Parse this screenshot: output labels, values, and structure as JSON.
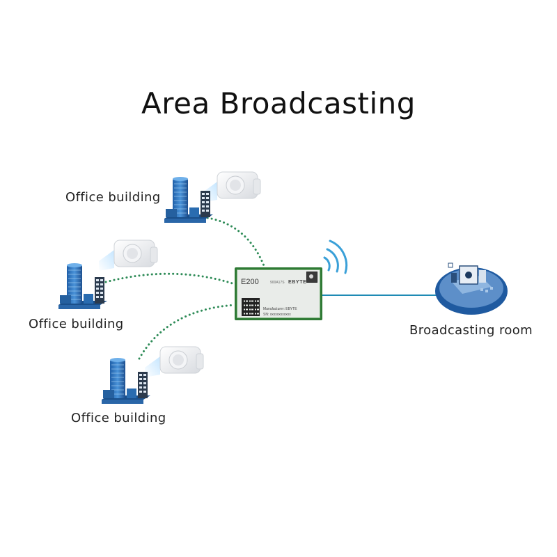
{
  "title": "Area Broadcasting",
  "office_buildings": [
    {
      "label": "Office building"
    },
    {
      "label": "Office building"
    },
    {
      "label": "Office building"
    }
  ],
  "module": {
    "model": "E200",
    "variant": "900A17S",
    "brand": "EBYTE",
    "manufacturer": "Manufacturer: EBYTE",
    "serial": "SN: xxxxxxxxxxxx"
  },
  "broadcasting_room": {
    "label": "Broadcasting room"
  },
  "colors": {
    "link_dotted": "#2e8b57",
    "link_solid": "#1f8bb5",
    "building_blue": "#2e6fb8",
    "signal": "#3aa0d8"
  },
  "icons": [
    "building-icon",
    "speaker-icon",
    "wireless-signal-icon",
    "broadcast-room-icon"
  ]
}
